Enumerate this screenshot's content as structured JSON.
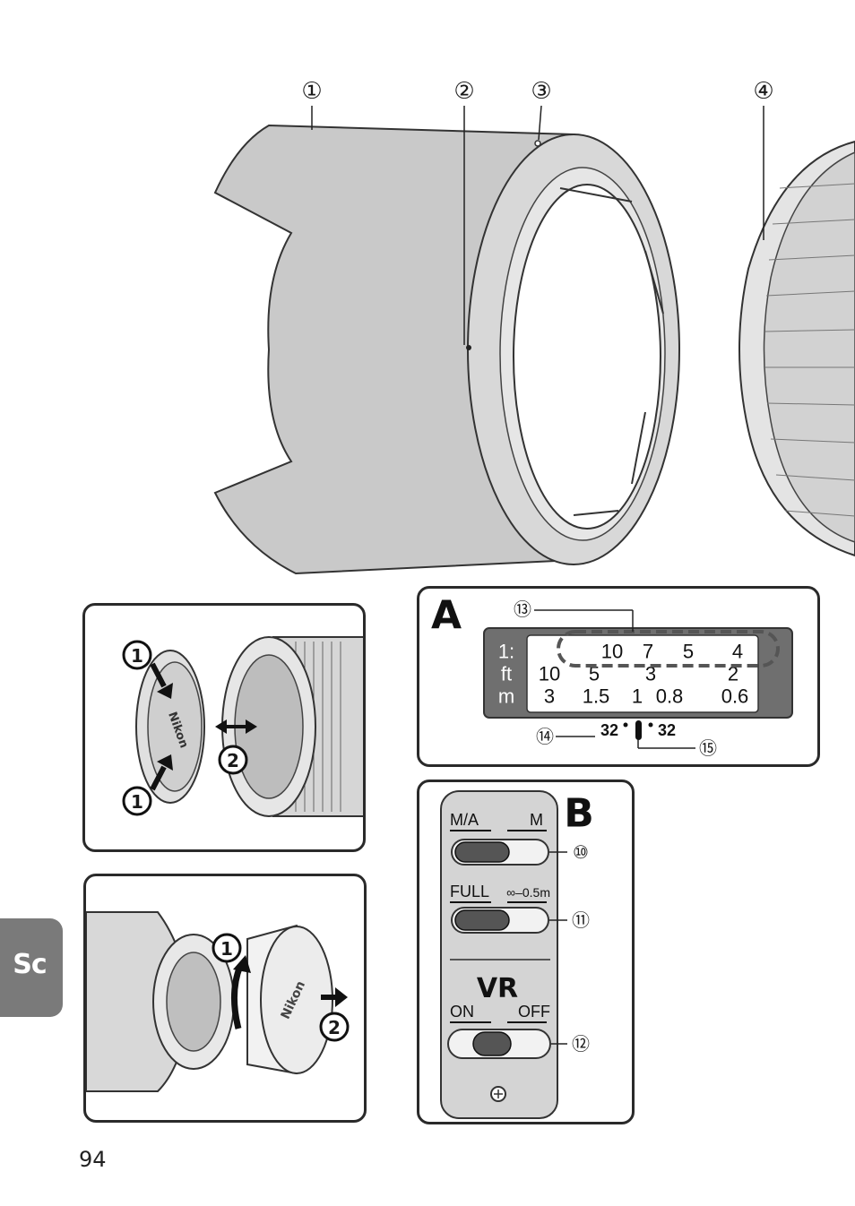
{
  "callouts": {
    "c1": "①",
    "c2": "②",
    "c3": "③",
    "c4": "④",
    "c10": "⑩",
    "c11": "⑪",
    "c12": "⑫",
    "c13": "⑬",
    "c14": "⑭",
    "c15": "⑮"
  },
  "step_markers": {
    "s1": "1",
    "s2": "2"
  },
  "panel_a": {
    "label": "A",
    "row_labels": [
      "1:",
      "ft",
      "m"
    ],
    "row_1_values": [
      "10",
      "7",
      "5",
      "4"
    ],
    "row_ft_values": [
      "10",
      "5",
      "3",
      "2"
    ],
    "row_m_values": [
      "3",
      "1.5",
      "1",
      "0.8",
      "0.6"
    ],
    "depth_left": "32",
    "depth_right": "32"
  },
  "panel_b": {
    "label": "B",
    "focus_mode_left": "M/A",
    "focus_mode_right": "M",
    "limit_left": "FULL",
    "limit_right": "∞–0.5m",
    "vr_label": "VR",
    "vr_on": "ON",
    "vr_off": "OFF"
  },
  "cap_brand": "Nikon",
  "language_tab": "Sc",
  "page_number": "94",
  "colors": {
    "hood": "#c8c8c8",
    "tab": "#7a7a7a",
    "scale_bg": "#6f6f6f"
  }
}
